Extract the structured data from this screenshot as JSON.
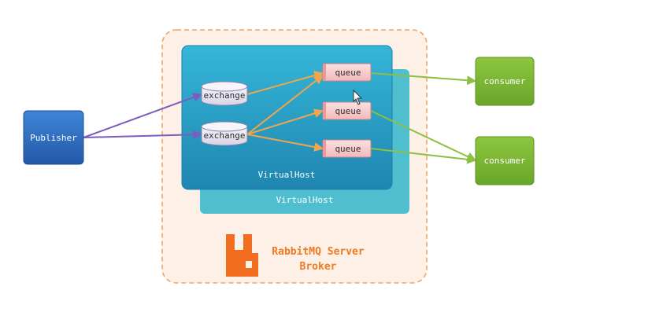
{
  "publisher": {
    "label": "Publisher"
  },
  "broker": {
    "title_line1": "RabbitMQ Server",
    "title_line2": "Broker",
    "logo": "rabbitmq-logo-icon"
  },
  "virtual_hosts": [
    {
      "label": "VirtualHost"
    },
    {
      "label": "VirtualHost"
    }
  ],
  "exchanges": [
    {
      "label": "exchange"
    },
    {
      "label": "exchange"
    }
  ],
  "queues": [
    {
      "label": "queue"
    },
    {
      "label": "queue"
    },
    {
      "label": "queue"
    }
  ],
  "consumers": [
    {
      "label": "consumer"
    },
    {
      "label": "consumer"
    }
  ],
  "colors": {
    "publisher": "#2f6fc2",
    "virtualhost_front": "#2aa1c9",
    "virtualhost_back": "#4fbfd0",
    "exchange": "#e9e6f2",
    "queue": "#f8cfd0",
    "consumer": "#7fb83b",
    "broker_border": "#f4a463",
    "broker_fill": "#fdf0e6",
    "brand": "#f36d21",
    "edge_purple": "#7c5cbe",
    "edge_orange": "#f0a64a",
    "edge_green": "#8dbf45"
  },
  "edges": [
    {
      "from": "publisher",
      "to": "exchange-1",
      "color": "purple"
    },
    {
      "from": "publisher",
      "to": "exchange-2",
      "color": "purple"
    },
    {
      "from": "exchange-1",
      "to": "queue-1",
      "color": "orange"
    },
    {
      "from": "exchange-2",
      "to": "queue-1",
      "color": "orange"
    },
    {
      "from": "exchange-2",
      "to": "queue-2",
      "color": "orange"
    },
    {
      "from": "exchange-2",
      "to": "queue-3",
      "color": "orange"
    },
    {
      "from": "queue-1",
      "to": "consumer-1",
      "color": "green"
    },
    {
      "from": "queue-2",
      "to": "consumer-2",
      "color": "green"
    },
    {
      "from": "queue-3",
      "to": "consumer-2",
      "color": "green"
    }
  ]
}
